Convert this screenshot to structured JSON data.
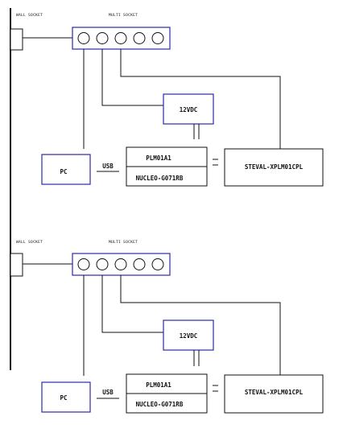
{
  "colors": {
    "line": "#111111",
    "box_blue": "#2a2aa6",
    "box_black": "#111111"
  },
  "diagrams": [
    {
      "wall_socket_label": "WALL SOCKET",
      "multi_socket_label": "MULTI SOCKET",
      "psu_label": "12VDC",
      "pc_label": "PC",
      "usb_label": "USB",
      "board_top_label": "PLM01A1",
      "board_bottom_label": "NUCLEO-G071RB",
      "eval_label": "STEVAL-XPLM01CPL"
    },
    {
      "wall_socket_label": "WALL SOCKET",
      "multi_socket_label": "MULTI SOCKET",
      "psu_label": "12VDC",
      "pc_label": "PC",
      "usb_label": "USB",
      "board_top_label": "PLM01A1",
      "board_bottom_label": "NUCLEO-G071RB",
      "eval_label": "STEVAL-XPLM01CPL"
    }
  ]
}
